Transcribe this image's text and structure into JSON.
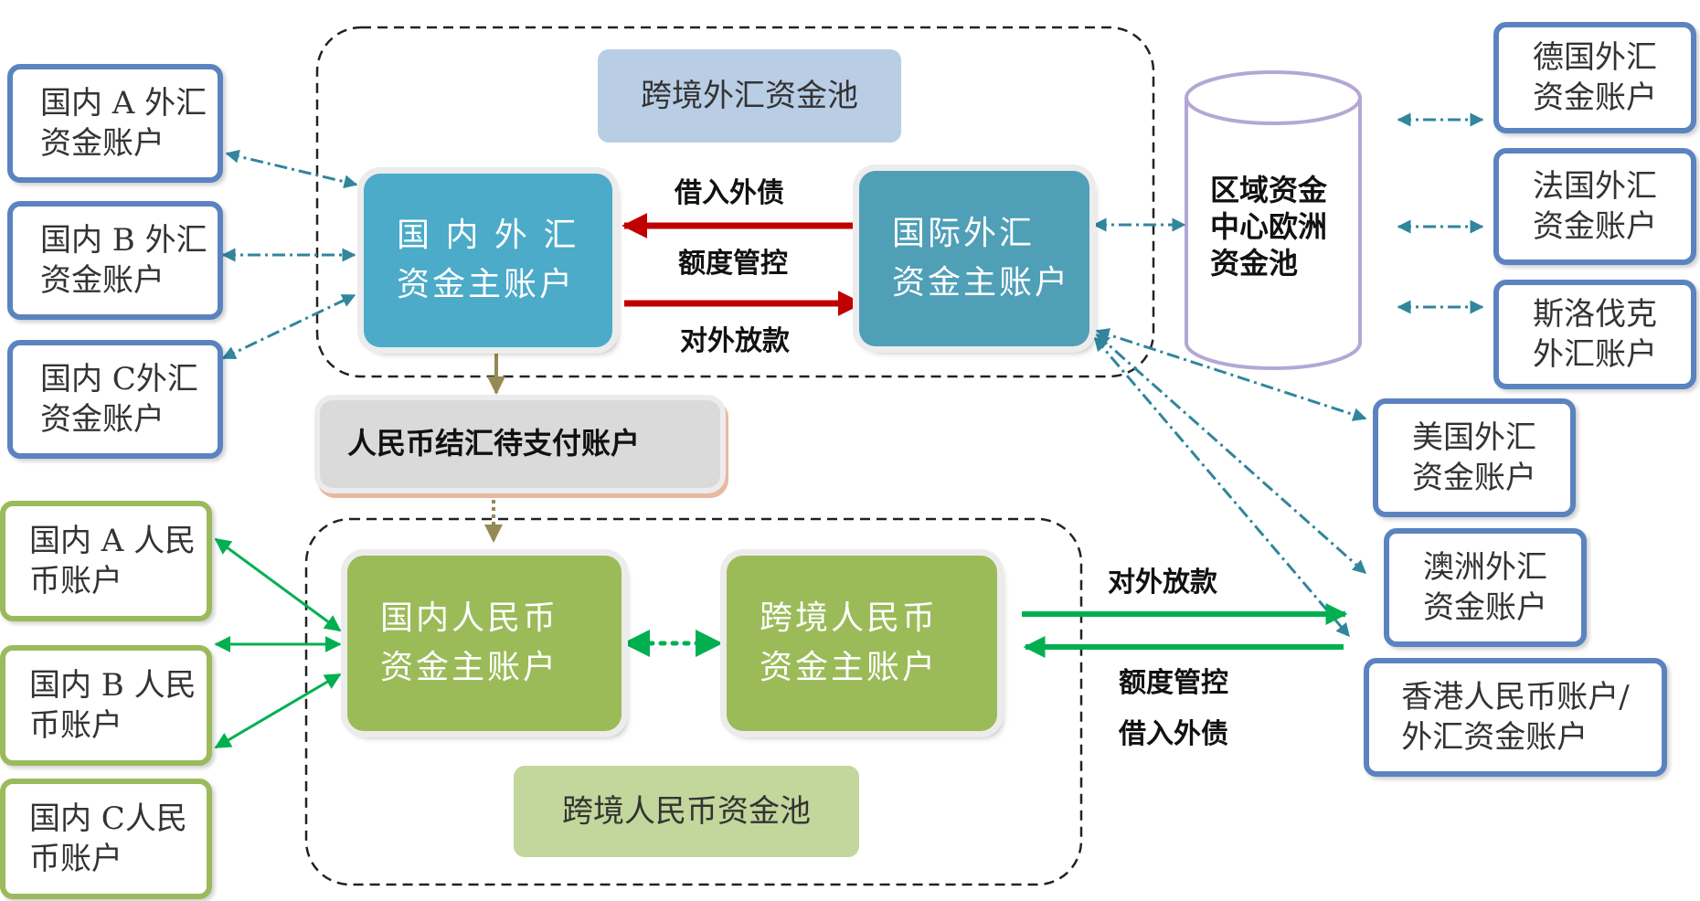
{
  "pools": {
    "fx_pool_label": "跨境外汇资金池",
    "rmb_pool_label": "跨境人民币资金池"
  },
  "europe_pool": {
    "label": "区域资金\n中心欧洲\n资金池"
  },
  "main_accounts": {
    "domestic_fx": "国 内 外 汇\n资金主账户",
    "intl_fx": "国际外汇\n资金主账户",
    "domestic_rmb": "国内人民币\n资金主账户",
    "cross_rmb": "跨境人民币\n资金主账户"
  },
  "settlement_account": "人民币结汇待支付账户",
  "left_fx_accounts": [
    "国内 A 外汇\n资金账户",
    "国内 B 外汇\n资金账户",
    "国内 C外汇\n资金账户"
  ],
  "left_rmb_accounts": [
    "国内 A 人民\n币账户",
    "国内 B 人民\n币账户",
    "国内 C人民\n币账户"
  ],
  "europe_accounts": [
    "德国外汇\n资金账户",
    "法国外汇\n资金账户",
    "斯洛伐克\n外汇账户"
  ],
  "overseas_accounts": [
    "美国外汇\n资金账户",
    "澳洲外汇\n资金账户",
    "香港人民币账户/\n外汇资金账户"
  ],
  "flow_labels": {
    "fx_borrow": "借入外债",
    "fx_quota": "额度管控",
    "fx_lend": "对外放款",
    "rmb_lend": "对外放款",
    "rmb_quota": "额度管控",
    "rmb_borrow": "借入外债"
  },
  "colors": {
    "blue_border": "#5b83c0",
    "green_border": "#9bba5c",
    "fx_main": "#4babc8",
    "intl_main": "#4f9fb7",
    "rmb_main": "#9bbb59",
    "red_arrow": "#c00000",
    "green_arrow": "#00b050",
    "teal_dashdot": "#31859c"
  }
}
